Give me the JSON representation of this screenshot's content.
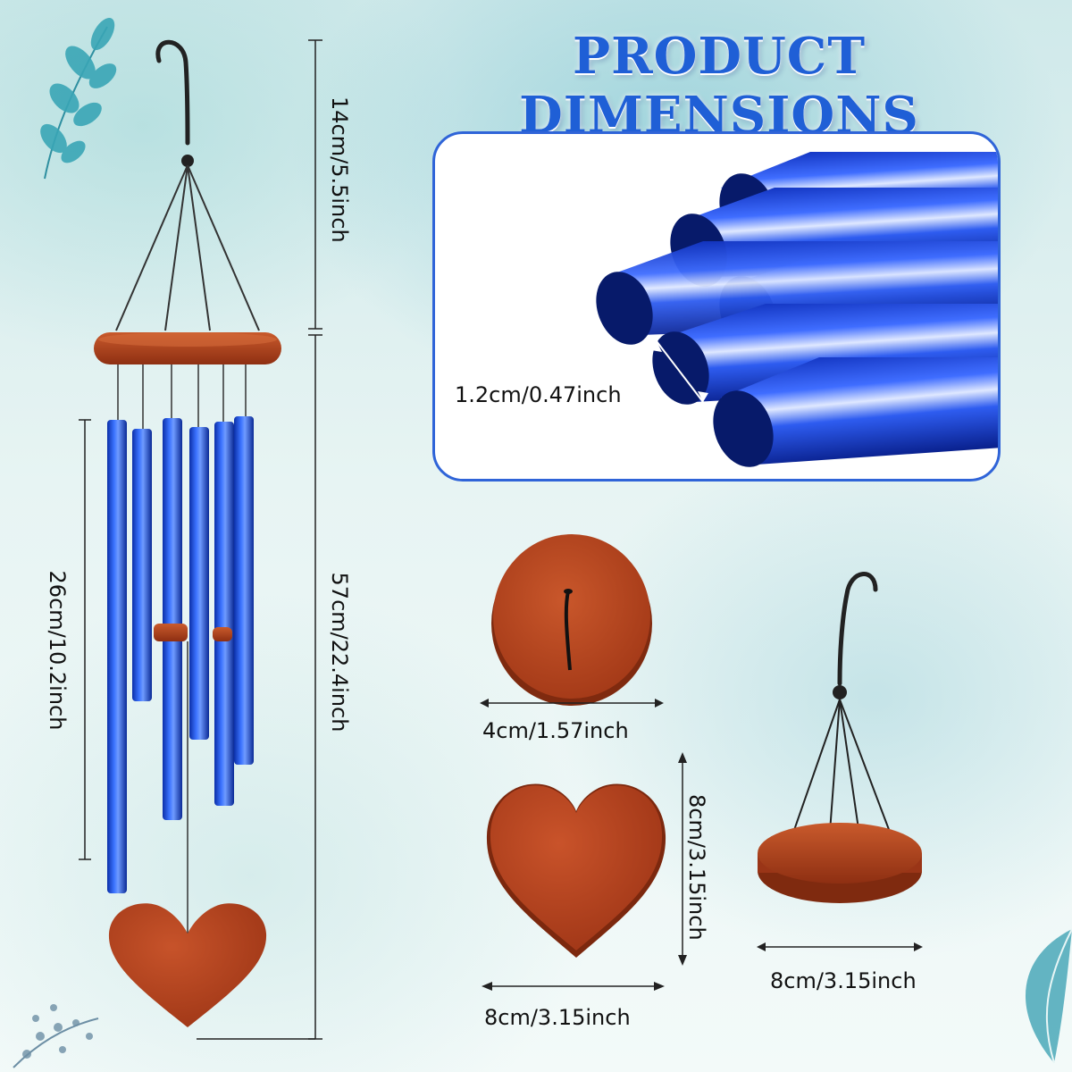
{
  "title": "PRODUCT DIMENSIONS",
  "dimensions": {
    "hook_height": "14cm/5.5inch",
    "total_length": "57cm/22.4inch",
    "tube_length": "26cm/10.2inch",
    "tube_diameter": "1.2cm/0.47inch",
    "clapper_diameter": "4cm/1.57inch",
    "heart_height": "8cm/3.15inch",
    "heart_width": "8cm/3.15inch",
    "top_disc_diameter": "8cm/3.15inch"
  },
  "colors": {
    "title": "#1f5fd6",
    "tube": "#1f4fd8",
    "wood": "#b9441e",
    "panel_border": "#2f64d8"
  },
  "icons": [
    "leaf-decoration-icon",
    "hook-icon"
  ]
}
